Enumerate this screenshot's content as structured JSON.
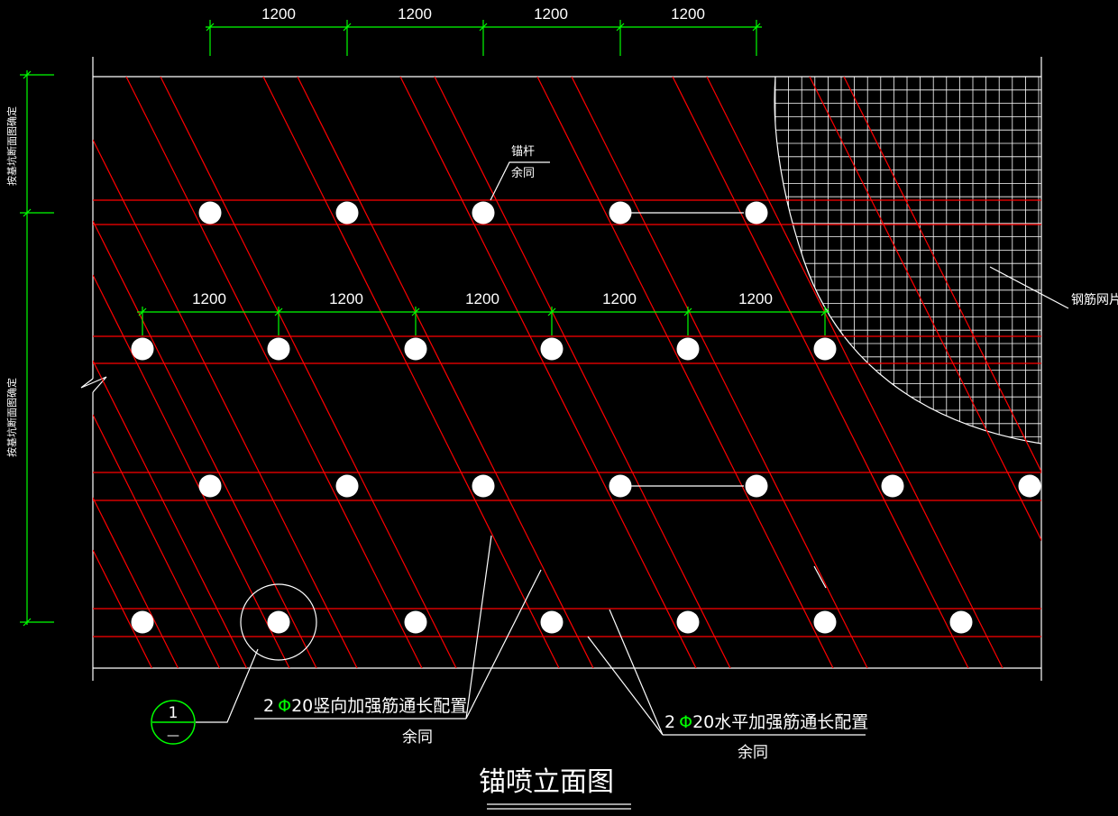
{
  "drawing": {
    "title": "锚喷立面图",
    "top_dims": [
      "1200",
      "1200",
      "1200",
      "1200"
    ],
    "mid_dims": [
      "1200",
      "1200",
      "1200",
      "1200",
      "1200"
    ],
    "left_dim_upper": "按基坑断面图确定",
    "left_dim_lower": "按基坑断面图确定",
    "anchor_label": "锚杆",
    "anchor_sub": "余同",
    "mesh_label": "钢筋网片",
    "vertical_rebar": {
      "prefix": "2",
      "symbol": "Φ",
      "text": "20竖向加强筋通长配置",
      "sub": "余同"
    },
    "horizontal_rebar": {
      "prefix": "2",
      "symbol": "Φ",
      "text": "20水平加强筋通长配置",
      "sub": "余同"
    },
    "detail_callout": {
      "number": "1",
      "sheet": "—"
    },
    "colors": {
      "background": "#000000",
      "rebar": "#ff0000",
      "dimension": "#00ff00",
      "linework": "#ffffff"
    }
  }
}
